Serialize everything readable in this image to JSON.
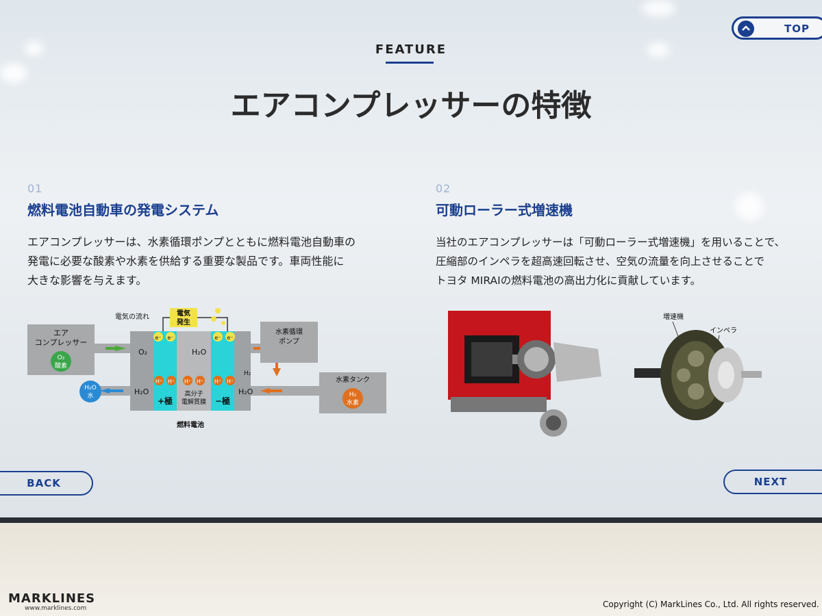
{
  "nav": {
    "top_label": "TOP",
    "back_label": "BACK",
    "next_label": "NEXT"
  },
  "header": {
    "feature_label": "FEATURE",
    "title": "エアコンプレッサーの特徴"
  },
  "section1": {
    "number": "01",
    "title": "燃料電池自動車の発電システム",
    "body_lines": [
      "エアコンプレッサーは、水素循環ポンプとともに燃料電池自動車の",
      "発電に必要な酸素や水素を供給する重要な製品です。車両性能に",
      "大きな影響を与えます。"
    ]
  },
  "section2": {
    "number": "02",
    "title": "可動ローラー式増速機",
    "body_lines": [
      "当社のエアコンプレッサーは「可動ローラー式増速機」を用いることで、",
      "圧縮部のインペラを超高速回転させ、空気の流量を向上させることで",
      "トヨタ MIRAIの燃料電池の高出力化に貢献しています。"
    ]
  },
  "diagram": {
    "compressor_label": "エア\nコンプレッサー",
    "o2_badge_line1": "O₂",
    "o2_badge_line2": "酸素",
    "h2o_badge_line1": "H₂O",
    "h2o_badge_line2": "水",
    "electron_flow": "電気の流れ",
    "power_gen_line1": "電気",
    "power_gen_line2": "発生",
    "electron": "e⁻",
    "o2": "O₂",
    "h2o": "H₂O",
    "h2": "H₂",
    "proton": "H⁺",
    "positive_pole": "+極",
    "negative_pole": "−極",
    "membrane_line1": "高分子",
    "membrane_line2": "電解質膜",
    "fuel_cell": "燃料電池",
    "pump_line1": "水素循環",
    "pump_line2": "ポンプ",
    "tank_label": "水素タンク",
    "h2_badge_line1": "H₂",
    "h2_badge_line2": "水素"
  },
  "photo_labels": {
    "speed_increaser": "増速機",
    "impeller": "インペラ"
  },
  "footer": {
    "logo": "MARKLINES",
    "logo_url": "www.marklines.com",
    "copyright": "Copyright (C) MarkLines Co., Ltd. All rights reserved."
  },
  "colors": {
    "accent": "#1b3f8f",
    "cell_cyan": "#29d3d8",
    "arrow_orange": "#e0701e",
    "arrow_green": "#4caa3a",
    "arrow_blue": "#2a8ad4"
  }
}
